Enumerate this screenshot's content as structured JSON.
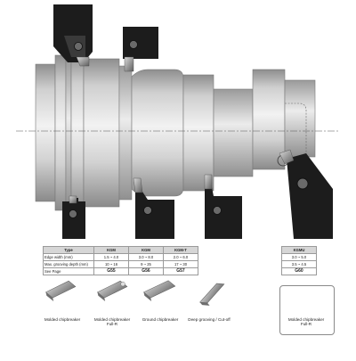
{
  "tables": {
    "left": {
      "headers": [
        "Type",
        "KGM",
        "KGM",
        "KGM-T"
      ],
      "rows": [
        {
          "label": "Edge width (mm)",
          "values": [
            "1.5 ~ 4.0",
            "3.0 ~ 8.0",
            "2.0 ~ 6.0"
          ]
        },
        {
          "label": "Max. grooving depth (mm)",
          "values": [
            "10 ~ 16",
            "9 ~ 25",
            "17 ~ 30"
          ]
        },
        {
          "label": "See Page",
          "values": [
            "G55",
            "G56",
            "G57"
          ]
        }
      ]
    },
    "right": {
      "header": "KGMU",
      "rows": [
        "3.0 ~ 5.0",
        "3.5 ~ 4.5",
        "G60"
      ]
    }
  },
  "inserts": [
    {
      "line1": "Molded chipbreaker",
      "line2": ""
    },
    {
      "line1": "Molded chipbreaker",
      "line2": "Full-R"
    },
    {
      "line1": "Ground chipbreaker",
      "line2": ""
    },
    {
      "line1": "Deep grooving / Cut-off",
      "line2": ""
    },
    {
      "line1": "Molded chipbreaker",
      "line2": "Full-R"
    }
  ],
  "colors": {
    "shaft_light": "#eeeeee",
    "shaft_mid": "#c8c8c8",
    "shaft_dark": "#9a9a9a",
    "holder": "#1a1a1a",
    "insert_metal": "#b8b8b8",
    "table_header": "#d6d6d6"
  }
}
